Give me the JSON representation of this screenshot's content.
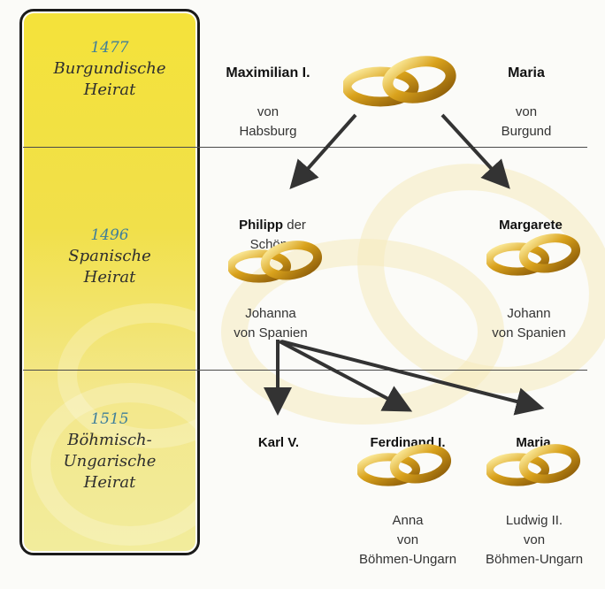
{
  "eras": [
    {
      "year": "1477",
      "name": "Burgundische\nHeirat"
    },
    {
      "year": "1496",
      "name": "Spanische\nHeirat"
    },
    {
      "year": "1515",
      "name": "Böhmisch-\nUngarische\nHeirat"
    }
  ],
  "people": {
    "maximilian": {
      "name": "Maximilian I.",
      "sub": "von\nHabsburg"
    },
    "maria_burgund": {
      "name": "Maria",
      "sub": "von\nBurgund"
    },
    "philipp": {
      "name": "Philipp",
      "suffix": " der\nSchöne"
    },
    "johanna": {
      "text": "Johanna\nvon Spanien"
    },
    "margarete": {
      "name": "Margarete"
    },
    "johann": {
      "text": "Johann\nvon Spanien"
    },
    "karl": {
      "name": "Karl V."
    },
    "ferdinand": {
      "name": "Ferdinand I.",
      "sub": "Anna\nvon\nBöhmen-Ungarn"
    },
    "maria_ungarn": {
      "name": "Maria",
      "sub": "Ludwig II.\nvon\nBöhmen-Ungarn"
    }
  },
  "colors": {
    "panel": "#f2e03e",
    "year": "#3f7f9a",
    "gold": "#d7a21e",
    "line": "#3a3a3a"
  },
  "icons": [
    "wedding-rings-icon"
  ]
}
